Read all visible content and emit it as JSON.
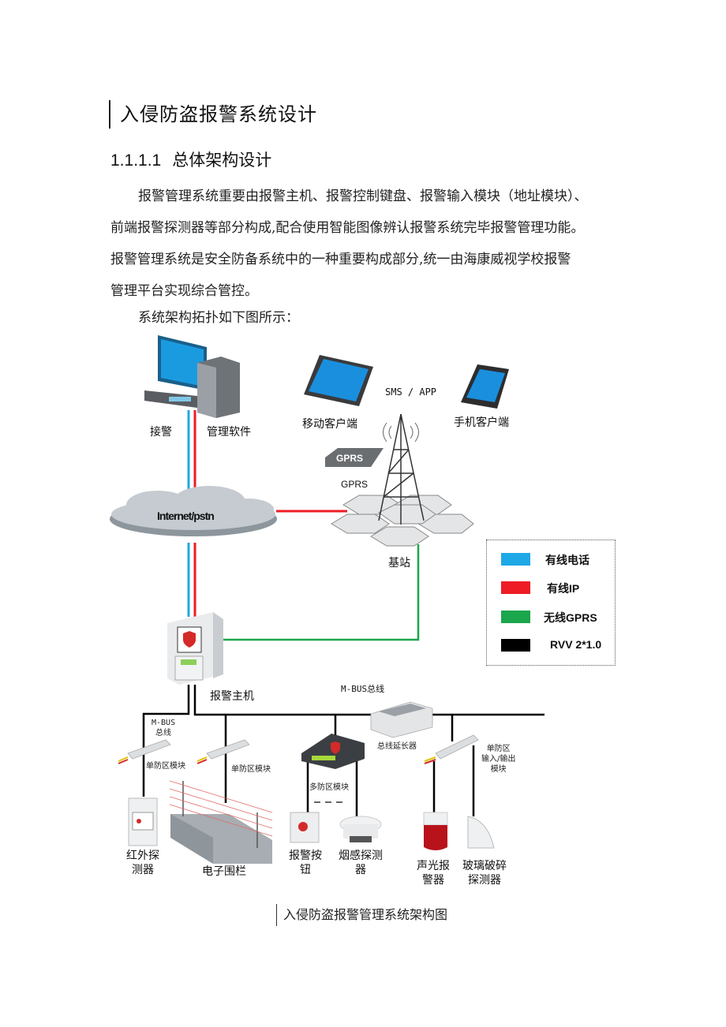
{
  "section_title": "入侵防盗报警系统设计",
  "subsection": {
    "number": "1.1.1.1",
    "title": "总体架构设计"
  },
  "paragraph_lines": [
    "报警管理系统重要由报警主机、报警控制键盘、报警输入模块（地址模块）、",
    "前端报警探测器等部分构成,配合使用智能图像辨认报警系统完毕报警管理功能。",
    "报警管理系统是安全防备系统中的一种重要构成部分,统一由海康威视学校报警",
    "管理平台实现综合管控。"
  ],
  "intro_sentence": "系统架构拓扑如下图所示：",
  "diagram": {
    "labels": {
      "reception": "接警",
      "management_software": "管理软件",
      "mobile_client": "移动客户端",
      "phone_client": "手机客户端",
      "sms_app": "SMS / APP",
      "gprs_badge": "GPRS",
      "gprs_label": "GPRS",
      "cloud": "Internet/pstn",
      "base_station": "基站",
      "alarm_host": "报警主机",
      "mbus_main": "M-BUS总线",
      "mbus_left_1": "M-BUS",
      "mbus_left_2": "总线",
      "bus_extender": "总线延长器",
      "single_zone_1": "单防区模块",
      "single_zone_2": "单防区模块",
      "multi_zone": "多防区模块",
      "single_zone_io": [
        "单防区",
        "输入/输出",
        "模块"
      ],
      "infrared_detector": [
        "红外探",
        "测器"
      ],
      "electronic_fence": "电子围栏",
      "alarm_button": [
        "报警按",
        "钮"
      ],
      "smoke_detector": [
        "烟感探测",
        "器"
      ],
      "sound_light_alarm": [
        "声光报",
        "警器"
      ],
      "glass_break_detector": [
        "玻璃破碎",
        "探测器"
      ]
    },
    "legend": [
      {
        "label": "有线电话",
        "color": "#1fa8e6"
      },
      {
        "label": "有线IP",
        "color": "#ee1c24"
      },
      {
        "label": "无线GPRS",
        "color": "#1aa64b"
      },
      {
        "label": "RVV 2*1.0",
        "color": "#000000"
      }
    ]
  },
  "figure_caption": "入侵防盗报警管理系统架构图"
}
